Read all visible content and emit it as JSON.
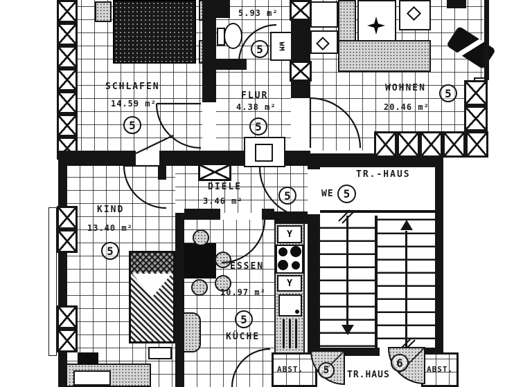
{
  "rooms": {
    "schlafen": {
      "name": "SCHLAFEN",
      "area": "14.59 m²",
      "unit": "5"
    },
    "bad": {
      "area": "5.93 m²",
      "unit": "5"
    },
    "flur": {
      "name": "FLUR",
      "area": "4.38 m²",
      "unit": "5"
    },
    "wohnen": {
      "name": "WOHNEN",
      "area": "20.46 m²",
      "unit": "5"
    },
    "diele": {
      "name": "DIELE",
      "area": "3.46 m²",
      "unit": "5"
    },
    "kind": {
      "name": "KIND",
      "area": "13.40 m²",
      "unit": "5"
    },
    "essen": {
      "name": "ESSEN",
      "area": "10.97 m²"
    },
    "kueche": {
      "name": "KÜCHE",
      "unit": "5"
    },
    "abst_left": {
      "name": "ABST."
    },
    "abst_right": {
      "name": "ABST."
    }
  },
  "stairwell": {
    "upper_label": "TR.-HAUS",
    "we_prefix": "WE",
    "we_unit": "5",
    "lower_label": "TR.HAUS",
    "door_unit_left": "5",
    "door_unit_right": "6"
  },
  "appliances": {
    "washing_machine_label": "WM"
  }
}
